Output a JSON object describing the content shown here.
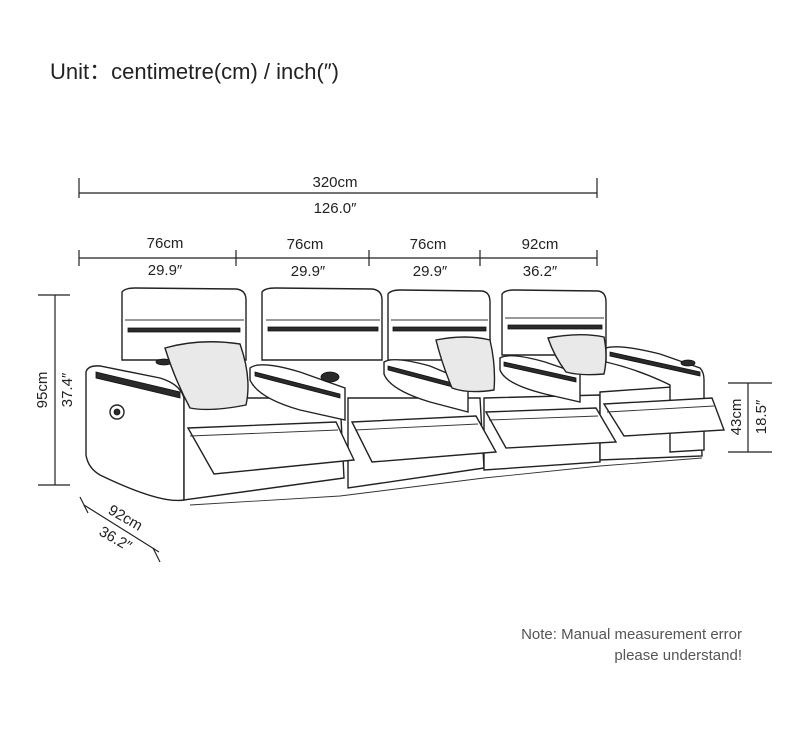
{
  "header": {
    "unit_label": "Unit：centimetre(cm) / inch(″)"
  },
  "dimensions": {
    "total_width_cm": "320cm",
    "total_width_in": "126.0″",
    "seats": [
      {
        "cm": "76cm",
        "in": "29.9″"
      },
      {
        "cm": "76cm",
        "in": "29.9″"
      },
      {
        "cm": "76cm",
        "in": "29.9″"
      },
      {
        "cm": "92cm",
        "in": "36.2″"
      }
    ],
    "height_cm": "95cm",
    "height_in": "37.4″",
    "depth_cm": "92cm",
    "depth_in": "36.2″",
    "seat_height_cm": "43cm",
    "seat_height_in": "18.5″"
  },
  "note": {
    "line1": "Note: Manual measurement error",
    "line2": "please understand!"
  }
}
